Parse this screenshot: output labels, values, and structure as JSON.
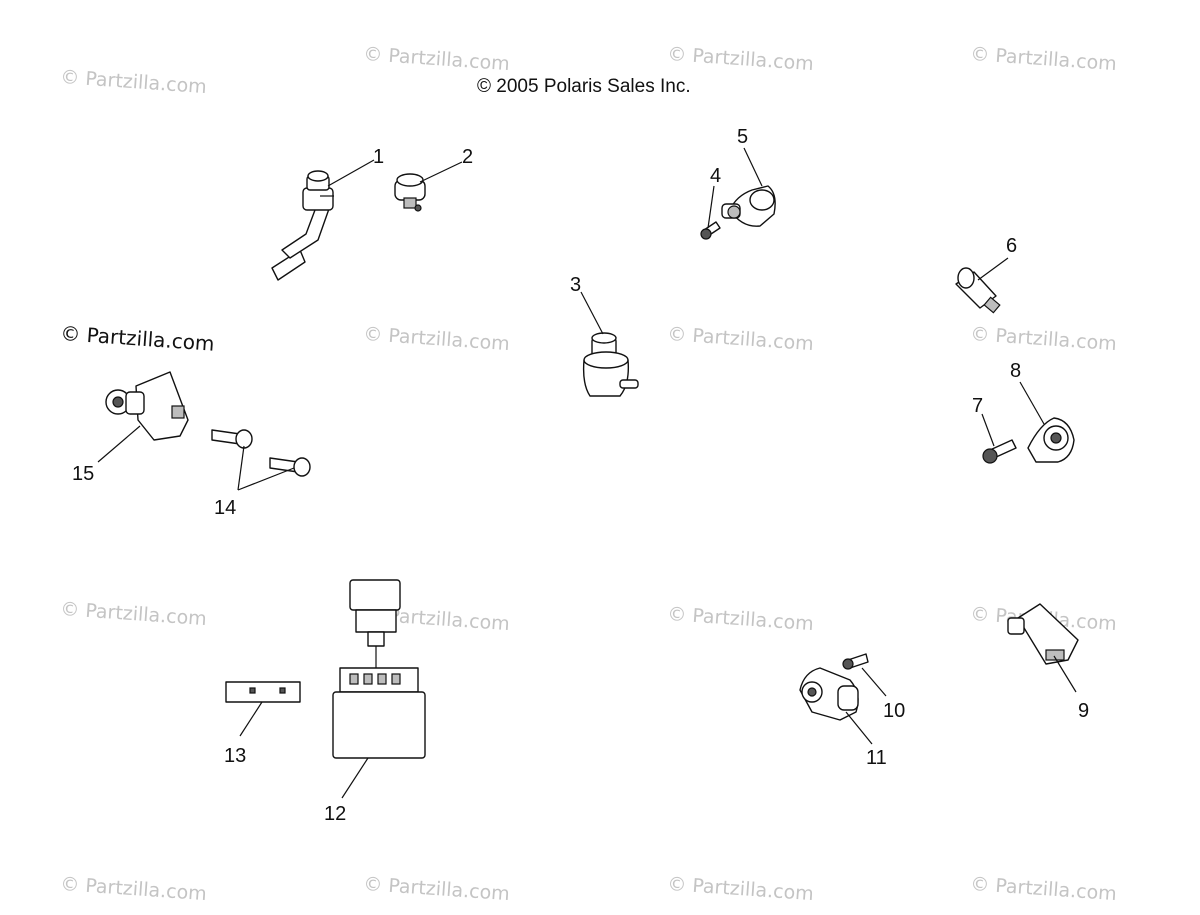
{
  "copyright": "© 2005 Polaris Sales Inc.",
  "watermark": "© Partzilla.com",
  "callouts": [
    "1",
    "2",
    "3",
    "4",
    "5",
    "6",
    "7",
    "8",
    "9",
    "10",
    "11",
    "12",
    "13",
    "14",
    "15"
  ]
}
